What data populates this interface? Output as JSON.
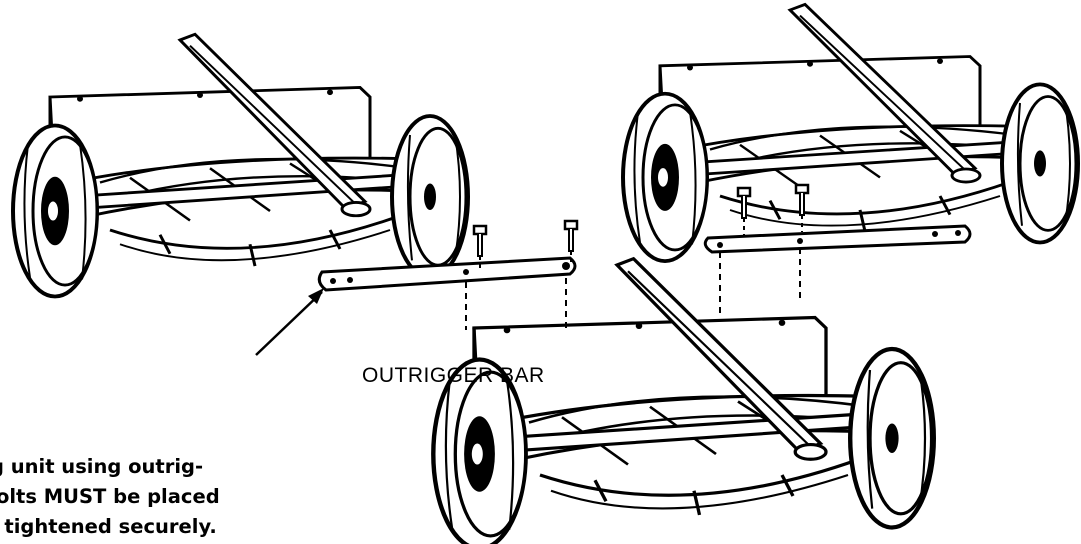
{
  "callout": {
    "label": "OUTRIGGER BAR"
  },
  "caption": {
    "lines": [
      "g unit using outrig-",
      "bolts MUST be placed",
      "s tightened securely."
    ]
  },
  "colors": {
    "ink": "#000000",
    "paper": "#ffffff"
  }
}
